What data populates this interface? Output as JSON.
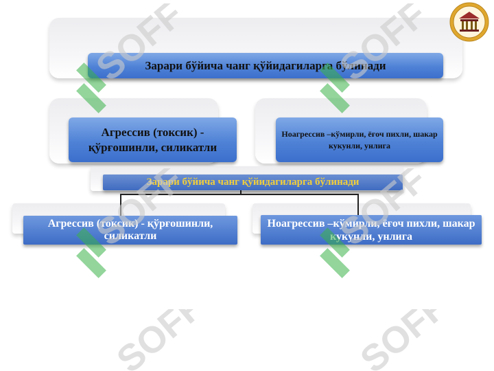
{
  "diagram": {
    "top": {
      "title": "Зарари бўйича чанг қўйидагиларга бўлинади",
      "left": "Агрессив (токсик) - қўрғошинли, силикатли",
      "right": "Ноагрессив –кўмирли, ёғоч пихли, шакар кукунли, унлига"
    },
    "bottom": {
      "title": "Зарари бўйича чанг қўйидагиларга бўлинади",
      "left": "Агрессив (токсик) - қўрғошинли, силикатли",
      "right": "Ноагрессив –кўмирли, ёғоч пихли, шакар кукунли, унлига"
    }
  },
  "watermark": {
    "text": "SOFF",
    "color": "#3bb34a"
  },
  "colors": {
    "box_blue": "#4f82d6",
    "title_yellow": "#f2cf3a",
    "logo_gold": "#e0a72e"
  },
  "logo": {
    "icon": "university-emblem-icon"
  }
}
